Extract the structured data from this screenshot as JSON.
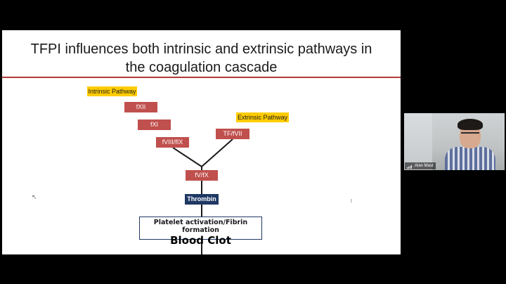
{
  "slide": {
    "title_line1": "TFPI influences both intrinsic and extrinsic pathways in",
    "title_line2": "the coagulation cascade",
    "intrinsic_label": "Intrinsic Pathway",
    "extrinsic_label": "Extrinsic Pathway",
    "factors": {
      "fxii": "fXII",
      "fxi": "fXI",
      "fviii_fix": "fVIII/fIX",
      "tf_fvii": "TF/fVII",
      "fv_fx": "fV/fX"
    },
    "thrombin": "Thrombin",
    "outcome_sub": "Platelet activation/Fibrin formation",
    "outcome_main": "Blood Clot"
  },
  "video": {
    "participant_name": "Alan Mast"
  },
  "colors": {
    "factor_red": "#c0504d",
    "pathway_yellow": "#ffcc00",
    "thrombin_navy": "#1f3864",
    "title_rule": "#b03a3a"
  }
}
